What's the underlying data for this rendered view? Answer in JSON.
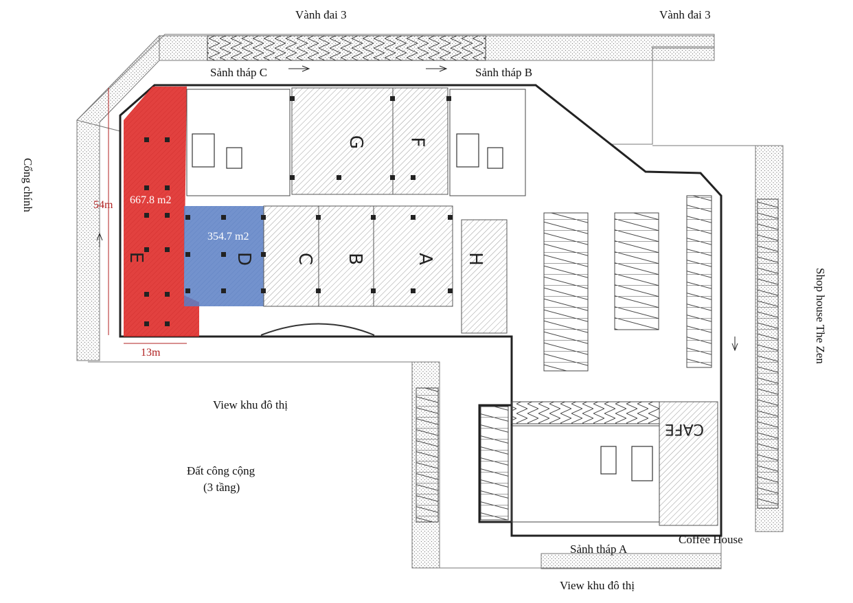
{
  "roads": {
    "ring_left": "Vành đai 3",
    "ring_right": "Vành đai 3"
  },
  "lobbies": {
    "tower_c": "Sảnh tháp C",
    "tower_b": "Sảnh tháp B",
    "tower_a": "Sảnh tháp A"
  },
  "sides": {
    "main_gate": "Cổng chính",
    "shop_house": "Shop house The Zen",
    "view_mid": "View khu đô thị",
    "view_bottom": "View khu đô thị",
    "public_land_1": "Đất công cộng",
    "public_land_2": "(3 tầng)",
    "coffee_house": "Coffee House"
  },
  "units": {
    "E": {
      "name": "E",
      "area": "667.8 m2",
      "color": "#e0312f"
    },
    "D": {
      "name": "D",
      "area": "354.7 m2",
      "color": "#5a7fc4"
    },
    "C": {
      "name": "C"
    },
    "B": {
      "name": "B"
    },
    "A": {
      "name": "A"
    },
    "H": {
      "name": "H"
    },
    "G": {
      "name": "G"
    },
    "F": {
      "name": "F"
    },
    "cafe": {
      "name": "CAFE"
    }
  },
  "dimensions": {
    "height": "54m",
    "width": "13m"
  }
}
